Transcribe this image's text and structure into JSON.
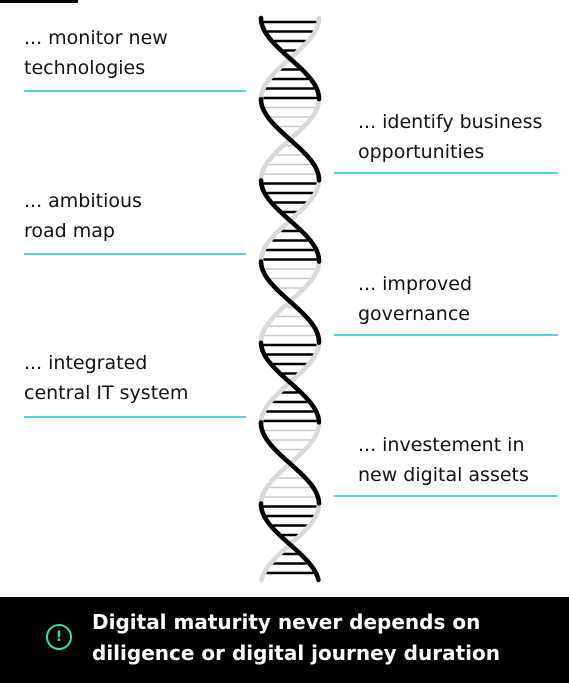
{
  "labels": [
    {
      "line1": "... monitor new",
      "line2": "technologies"
    },
    {
      "line1": "... identify business",
      "line2": "opportunities"
    },
    {
      "line1": "... ambitious",
      "line2": "road map"
    },
    {
      "line1": "... improved",
      "line2": "governance"
    },
    {
      "line1": "... integrated",
      "line2": "central IT system"
    },
    {
      "line1": "... investement in",
      "line2": "new digital assets"
    }
  ],
  "footer": {
    "icon": "exclamation-circle-icon",
    "line1": "Digital maturity never depends on",
    "line2": "diligence or digital journey duration"
  },
  "colors": {
    "accent_line": "#4fd3e8",
    "icon": "#35e39a",
    "footer_bg": "#000000",
    "strand_front": "#000000",
    "strand_back": "#d9d9d9"
  }
}
